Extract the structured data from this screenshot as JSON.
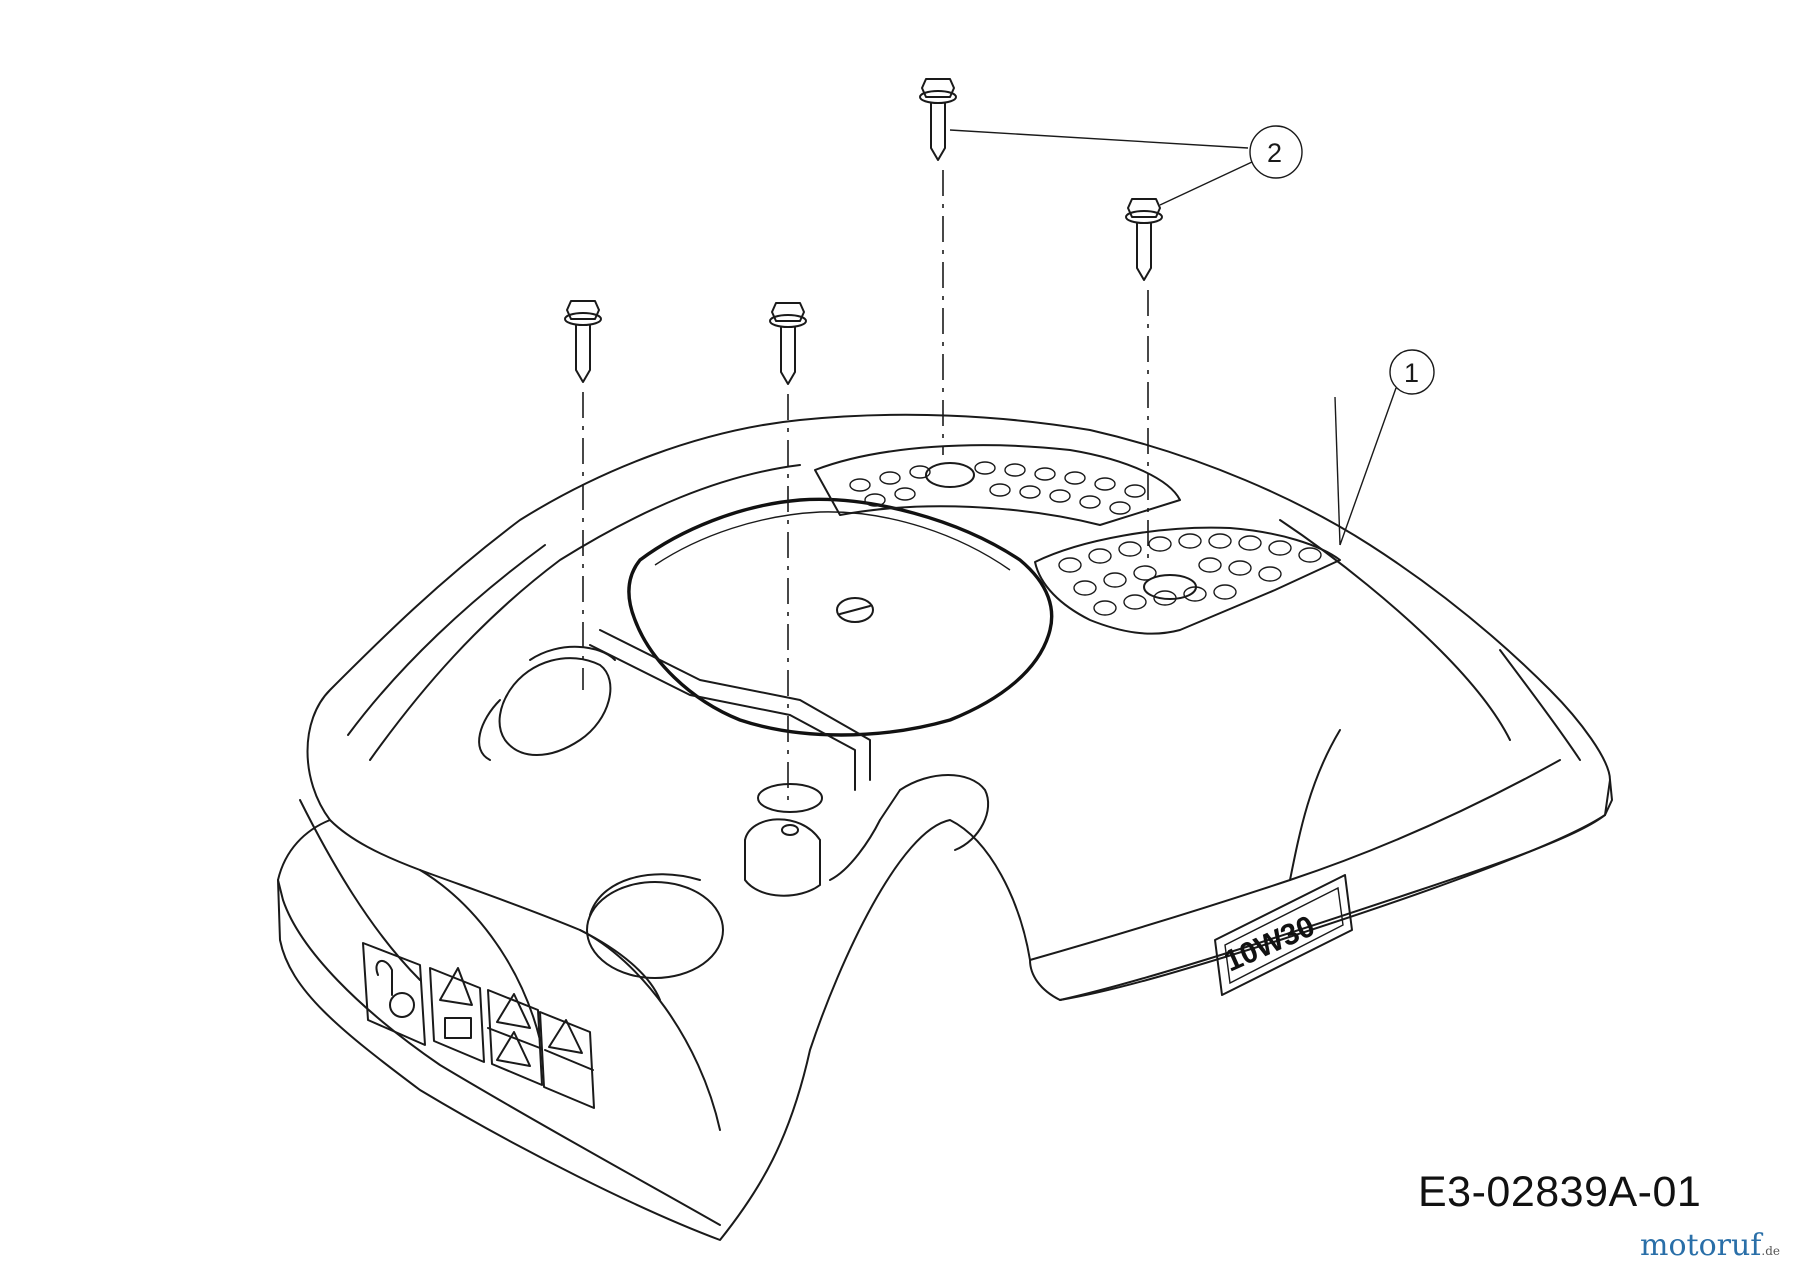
{
  "callouts": [
    {
      "number": "1"
    },
    {
      "number": "2"
    }
  ],
  "decals": {
    "oil_grade": "10W30"
  },
  "drawing_id": "E3-02839A-01",
  "watermark": {
    "name": "motoruf",
    "suffix": ".de"
  },
  "colors": {
    "line": "#1a1a1a",
    "background": "#ffffff",
    "watermark": "#2a6fa8"
  }
}
